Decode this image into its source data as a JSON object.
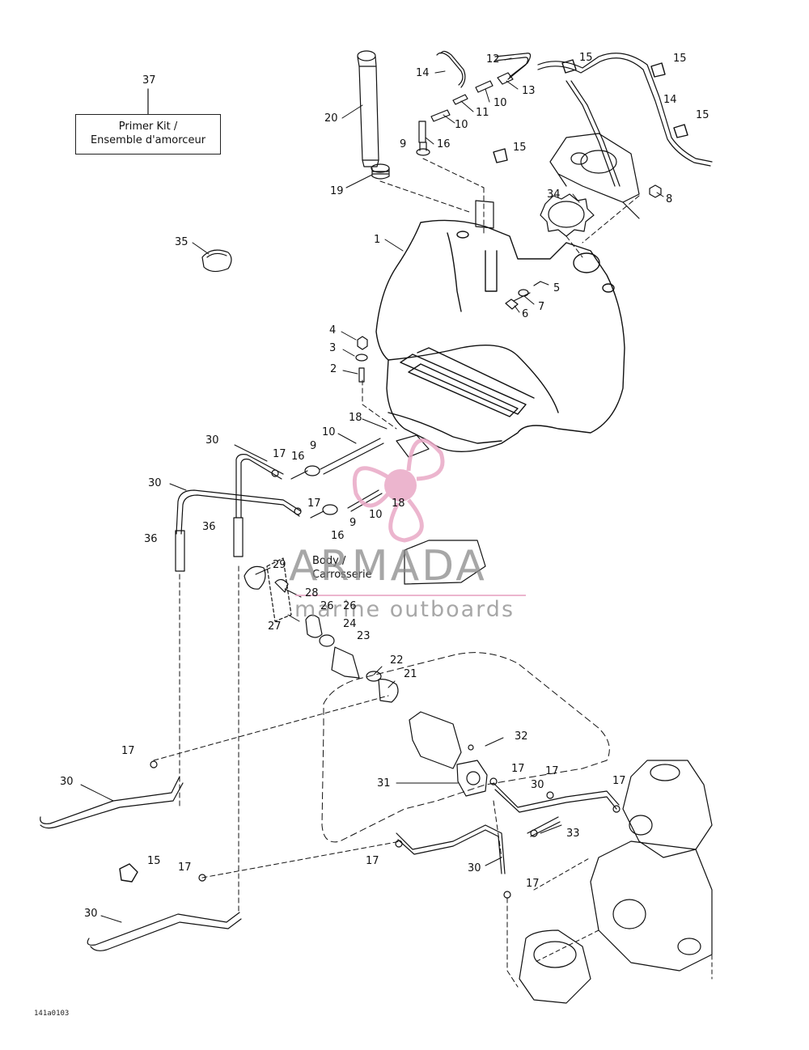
{
  "kit_label": {
    "line1": "Primer Kit /",
    "line2": "Ensemble d'amorceur"
  },
  "body_label": {
    "line1": "Body /",
    "line2": "Carrosserie"
  },
  "watermark": {
    "title": "ARMADA",
    "subtitle": "marine outboards",
    "logo_color": "#e9a9c6",
    "text_color": "#8a8a8a"
  },
  "drawing_id": "141a0103",
  "callouts": [
    {
      "id": "c37",
      "text": "37"
    },
    {
      "id": "c20",
      "text": "20"
    },
    {
      "id": "c19",
      "text": "19"
    },
    {
      "id": "c14a",
      "text": "14"
    },
    {
      "id": "c12",
      "text": "12"
    },
    {
      "id": "c13",
      "text": "13"
    },
    {
      "id": "c10a",
      "text": "10"
    },
    {
      "id": "c11",
      "text": "11"
    },
    {
      "id": "c10b",
      "text": "10"
    },
    {
      "id": "c9a",
      "text": "9"
    },
    {
      "id": "c16a",
      "text": "16"
    },
    {
      "id": "c15a",
      "text": "15"
    },
    {
      "id": "c15b",
      "text": "15"
    },
    {
      "id": "c14b",
      "text": "14"
    },
    {
      "id": "c15c",
      "text": "15"
    },
    {
      "id": "c15d",
      "text": "15"
    },
    {
      "id": "c34",
      "text": "34"
    },
    {
      "id": "c8",
      "text": "8"
    },
    {
      "id": "c35",
      "text": "35"
    },
    {
      "id": "c1",
      "text": "1"
    },
    {
      "id": "c5",
      "text": "5"
    },
    {
      "id": "c7",
      "text": "7"
    },
    {
      "id": "c6",
      "text": "6"
    },
    {
      "id": "c4",
      "text": "4"
    },
    {
      "id": "c3",
      "text": "3"
    },
    {
      "id": "c2",
      "text": "2"
    },
    {
      "id": "c18a",
      "text": "18"
    },
    {
      "id": "c10c",
      "text": "10"
    },
    {
      "id": "c30a",
      "text": "30"
    },
    {
      "id": "c17a",
      "text": "17"
    },
    {
      "id": "c16b",
      "text": "16"
    },
    {
      "id": "c9b",
      "text": "9"
    },
    {
      "id": "c30b",
      "text": "30"
    },
    {
      "id": "c17b",
      "text": "17"
    },
    {
      "id": "c18b",
      "text": "18"
    },
    {
      "id": "c10d",
      "text": "10"
    },
    {
      "id": "c9c",
      "text": "9"
    },
    {
      "id": "c16c",
      "text": "16"
    },
    {
      "id": "c36a",
      "text": "36"
    },
    {
      "id": "c36b",
      "text": "36"
    },
    {
      "id": "c29",
      "text": "29"
    },
    {
      "id": "c28",
      "text": "28"
    },
    {
      "id": "c26a",
      "text": "26"
    },
    {
      "id": "c26b",
      "text": "26"
    },
    {
      "id": "c27",
      "text": "27"
    },
    {
      "id": "c24",
      "text": "24"
    },
    {
      "id": "c23",
      "text": "23"
    },
    {
      "id": "c22",
      "text": "22"
    },
    {
      "id": "c21",
      "text": "21"
    },
    {
      "id": "c32",
      "text": "32"
    },
    {
      "id": "c17c",
      "text": "17"
    },
    {
      "id": "c17d",
      "text": "17"
    },
    {
      "id": "c17e",
      "text": "17"
    },
    {
      "id": "c31",
      "text": "31"
    },
    {
      "id": "c30c",
      "text": "30"
    },
    {
      "id": "c33",
      "text": "33"
    },
    {
      "id": "c30d",
      "text": "30"
    },
    {
      "id": "c17f",
      "text": "17"
    },
    {
      "id": "c17g",
      "text": "17"
    },
    {
      "id": "c30e",
      "text": "30"
    },
    {
      "id": "c17h",
      "text": "17"
    },
    {
      "id": "c15e",
      "text": "15"
    },
    {
      "id": "c17i",
      "text": "17"
    },
    {
      "id": "c30f",
      "text": "30"
    }
  ]
}
